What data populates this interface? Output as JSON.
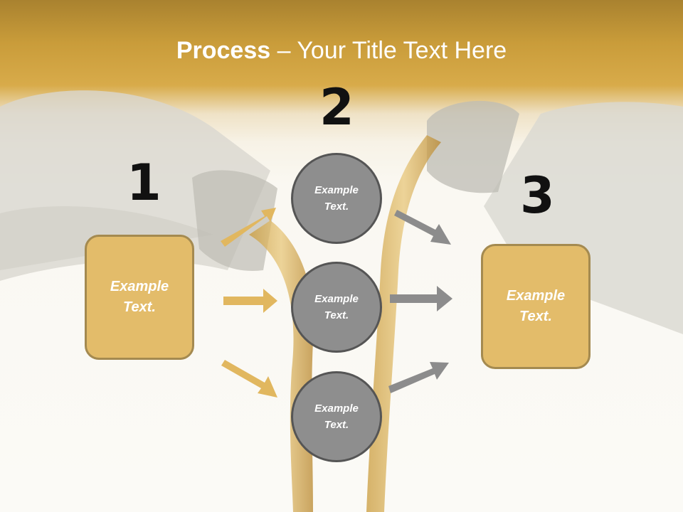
{
  "slide": {
    "title_bold": "Process",
    "title_rest": " – Your Title Text Here",
    "numbers": [
      "1",
      "2",
      "3"
    ],
    "boxes": [
      "Example Text.",
      "Example Text."
    ],
    "circles": [
      "Example Text.",
      "Example Text.",
      "Example Text."
    ]
  },
  "colors": {
    "box_fill": "#e3bc6a",
    "box_border": "#a48a50",
    "circle_fill": "#8e8e8e",
    "circle_border": "#555555",
    "arrow_gold": "#e1b75f",
    "arrow_gray": "#8c8c8c"
  }
}
